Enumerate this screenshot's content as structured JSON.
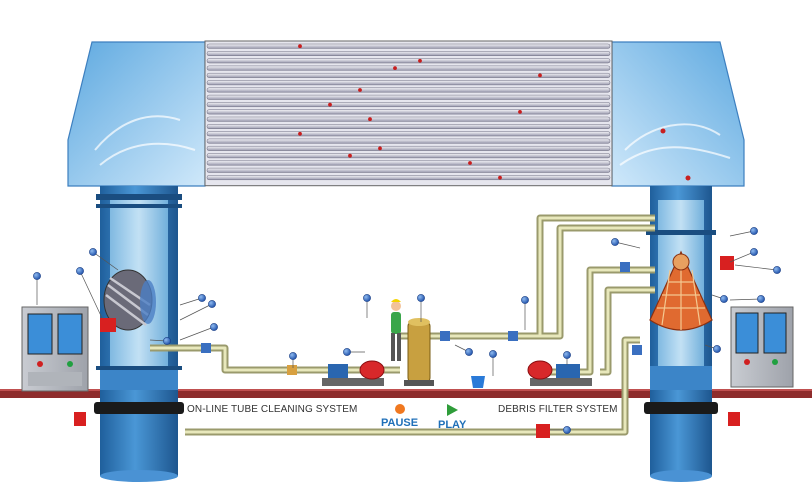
{
  "labels": {
    "tube_cleaning": "ON-LINE TUBE CLEANING SYSTEM",
    "debris_filter": "DEBRIS FILTER SYSTEM"
  },
  "controls": {
    "pause": "PAUSE",
    "play": "PLAY"
  },
  "colors": {
    "pause": "#f07820",
    "play": "#2f9d3a",
    "pipe": "#d9d9a6",
    "water": "#3f8fd0",
    "pump": "#d8282a",
    "floor": "#8e2c2c"
  },
  "icons": [
    "info-dot-icon",
    "pause-icon",
    "play-icon",
    "worker-icon",
    "pump-icon",
    "valve-icon"
  ]
}
